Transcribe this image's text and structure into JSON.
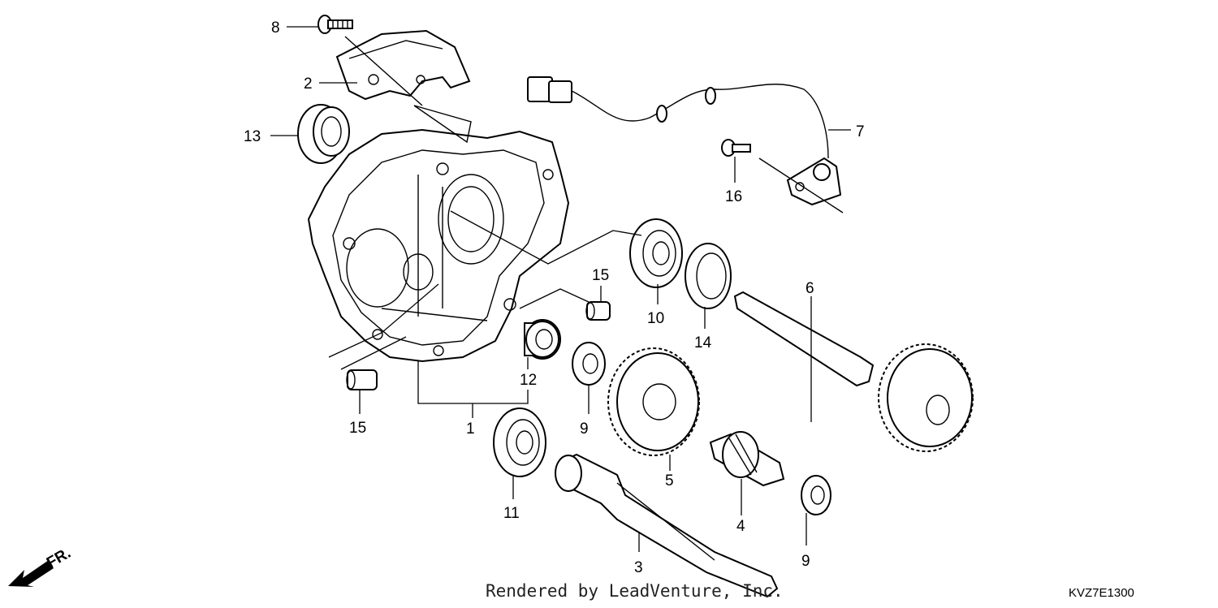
{
  "diagram": {
    "callouts": [
      "1",
      "2",
      "3",
      "4",
      "5",
      "6",
      "7",
      "8",
      "9",
      "9",
      "10",
      "11",
      "12",
      "13",
      "14",
      "15",
      "15",
      "16"
    ],
    "front_indicator": "FR.",
    "footer_text": "Rendered by LeadVenture, Inc.",
    "diagram_code": "KVZ7E1300"
  }
}
